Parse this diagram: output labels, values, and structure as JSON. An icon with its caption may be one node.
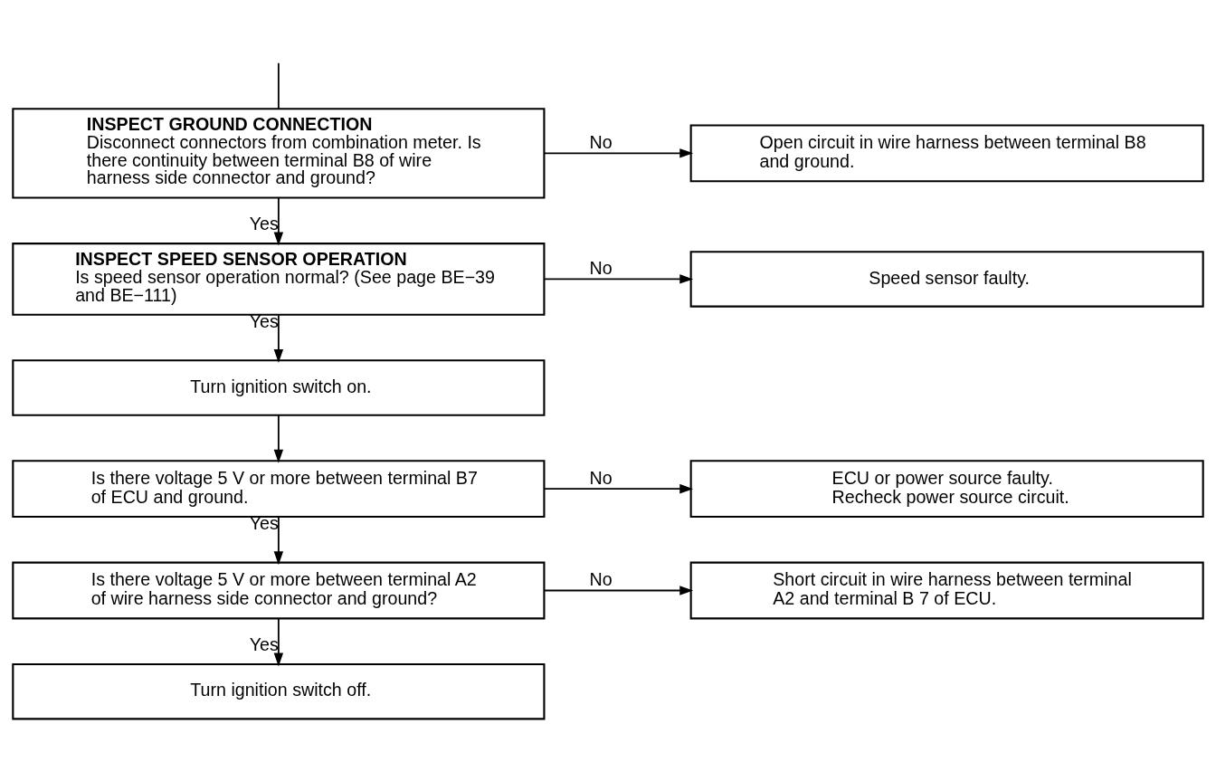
{
  "diagram": {
    "nodes": [
      {
        "text": [
          "INSPECT GROUND CONNECTION",
          "Disconnect connectors from combination meter. Is there continuity between terminal B8 of wire harness side connector and ground?"
        ]
      },
      {
        "text": [
          "Open circuit in wire harness between terminal B8 and ground."
        ]
      },
      {
        "text": [
          "INSPECT SPEED SENSOR OPERATION",
          "Is speed sensor operation normal? (See page BE−39 and BE−111)"
        ]
      },
      {
        "text": [
          "Speed sensor faulty."
        ]
      },
      {
        "text": [
          "Turn ignition switch on."
        ]
      },
      {
        "text": [
          "Is there voltage 5 V or more between terminal B7 of ECU and ground."
        ]
      },
      {
        "text": [
          "ECU or power source faulty.",
          "Recheck power source circuit."
        ]
      },
      {
        "text": [
          "Is there voltage 5 V or more between terminal A2 of wire harness side connector and ground?"
        ]
      },
      {
        "text": [
          "Short circuit in wire harness between terminal A2 and terminal B 7 of ECU."
        ]
      },
      {
        "text": [
          "Turn ignition switch off."
        ]
      }
    ],
    "edges": [
      {
        "from": null,
        "to": 0,
        "arrow": "none"
      },
      {
        "from": 0,
        "to": 1,
        "arrow": "to",
        "label": "No"
      },
      {
        "from": 0,
        "to": 2,
        "arrow": "to",
        "label": "Yes"
      },
      {
        "from": 2,
        "to": 3,
        "arrow": "to",
        "label": "No"
      },
      {
        "from": 2,
        "to": 4,
        "arrow": "to",
        "label": "Yes"
      },
      {
        "from": 4,
        "to": 5,
        "arrow": "to"
      },
      {
        "from": 5,
        "to": 6,
        "arrow": "to",
        "label": "No"
      },
      {
        "from": 5,
        "to": 7,
        "arrow": "to",
        "label": "Yes"
      },
      {
        "from": 7,
        "to": 8,
        "arrow": "to",
        "label": "No"
      },
      {
        "from": 7,
        "to": 9,
        "arrow": "to",
        "label": "Yes"
      }
    ]
  }
}
